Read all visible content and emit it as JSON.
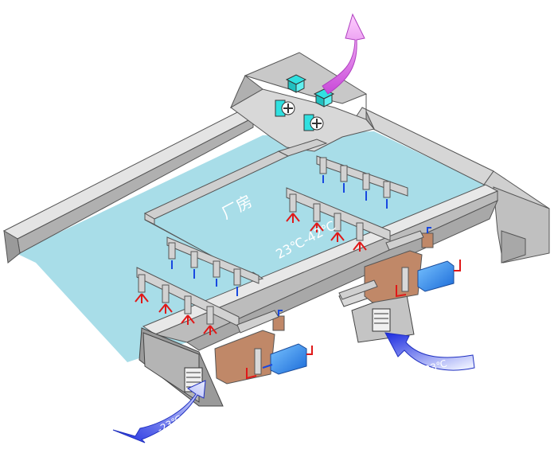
{
  "labels": {
    "factory": "厂房",
    "temp_range": "23℃-42℃",
    "inlet_left": "-23℃",
    "inlet_right": "-23℃"
  },
  "colors": {
    "floor": "#a8dde8",
    "wall": "#bfbfbf",
    "wall_dark": "#8c8c8c",
    "duct": "#c8c8c8",
    "exhaust_arrow": "#f080e8",
    "intake_arrow": "#3a4ae8",
    "cooler": "#2f8fe8",
    "heat_exchanger": "#c08868",
    "hot_air": "#e01818",
    "cold_air": "#1848e0",
    "fan": "#30e0e0"
  },
  "icons": [
    "exhaust-fan-icon",
    "roof-vent-icon",
    "air-outlet-icon",
    "louver-icon"
  ]
}
